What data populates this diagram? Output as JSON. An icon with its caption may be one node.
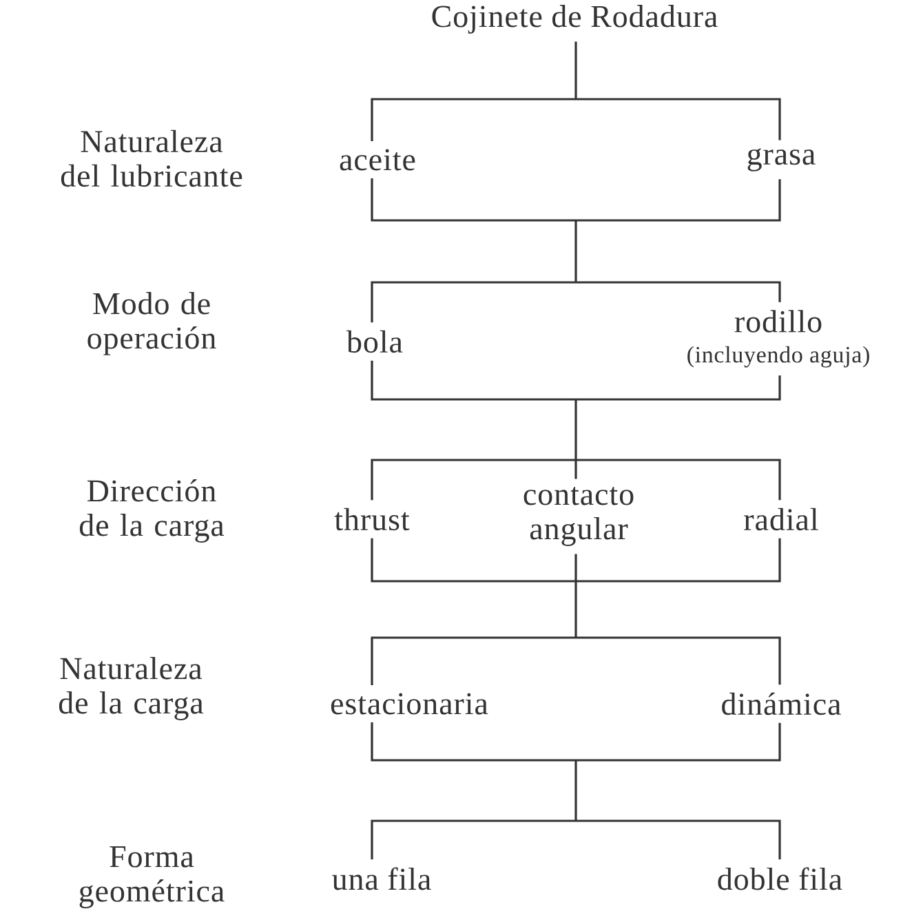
{
  "diagram": {
    "nodes": [
      {
        "text": [
          "Cojinete de Rodadura"
        ]
      },
      {
        "text": [
          "aceite"
        ]
      },
      {
        "text": [
          "grasa"
        ]
      },
      {
        "text": [
          "bola"
        ]
      },
      {
        "text": [
          "rodillo",
          "(incluyendo aguja)"
        ]
      },
      {
        "text": [
          "thrust"
        ]
      },
      {
        "text": [
          "contacto angular"
        ]
      },
      {
        "text": [
          "radial"
        ]
      },
      {
        "text": [
          "estacionaria"
        ]
      },
      {
        "text": [
          "dinámica"
        ]
      },
      {
        "text": [
          "una fila"
        ]
      },
      {
        "text": [
          "doble fila"
        ]
      }
    ],
    "edges": [
      {
        "from": 0,
        "to": 1,
        "arrow": "none"
      },
      {
        "from": 0,
        "to": 2,
        "arrow": "none"
      },
      {
        "from": 1,
        "to": 3,
        "arrow": "none"
      },
      {
        "from": 1,
        "to": 4,
        "arrow": "none"
      },
      {
        "from": 2,
        "to": 3,
        "arrow": "none"
      },
      {
        "from": 2,
        "to": 4,
        "arrow": "none"
      },
      {
        "from": 3,
        "to": 5,
        "arrow": "none"
      },
      {
        "from": 3,
        "to": 6,
        "arrow": "none"
      },
      {
        "from": 3,
        "to": 7,
        "arrow": "none"
      },
      {
        "from": 4,
        "to": 5,
        "arrow": "none"
      },
      {
        "from": 4,
        "to": 6,
        "arrow": "none"
      },
      {
        "from": 4,
        "to": 7,
        "arrow": "none"
      },
      {
        "from": 5,
        "to": 8,
        "arrow": "none"
      },
      {
        "from": 5,
        "to": 9,
        "arrow": "none"
      },
      {
        "from": 6,
        "to": 8,
        "arrow": "none"
      },
      {
        "from": 6,
        "to": 9,
        "arrow": "none"
      },
      {
        "from": 7,
        "to": 8,
        "arrow": "none"
      },
      {
        "from": 7,
        "to": 9,
        "arrow": "none"
      },
      {
        "from": 8,
        "to": 10,
        "arrow": "none"
      },
      {
        "from": 8,
        "to": 11,
        "arrow": "none"
      },
      {
        "from": 9,
        "to": 10,
        "arrow": "none"
      },
      {
        "from": 9,
        "to": 11,
        "arrow": "none"
      }
    ],
    "labels": [
      "Naturaleza del lubricante",
      "Modo de operación",
      "Dirección de la carga",
      "Naturaleza de la carga",
      "Forma geométrica"
    ]
  }
}
